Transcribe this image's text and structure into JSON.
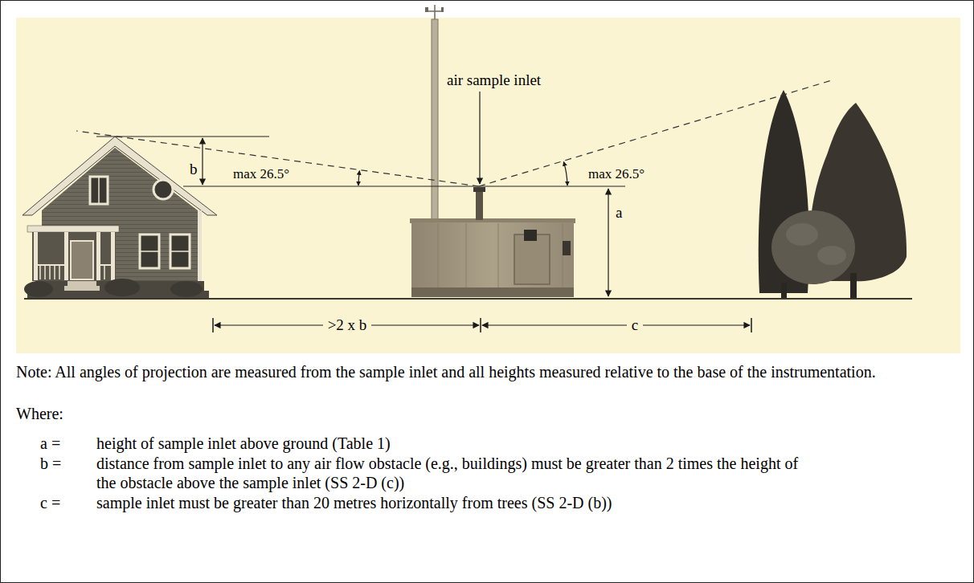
{
  "diagram": {
    "labels": [
      "b",
      "max 26.5°",
      "air sample inlet",
      "max 26.5°",
      "a",
      ">2 x b",
      "c",
      "Note: All angles of projection are measured from the sample inlet and all heights measured relative to the base of the instrumentation.",
      "Where:",
      "a =",
      "height of sample inlet above ground (Table 1)",
      "b =",
      "distance from sample inlet to any air flow obstacle (e.g., buildings) must be greater than 2 times the height of the obstacle above the sample inlet (SS 2-D (c))",
      "c =",
      "sample inlet must be greater than 20 metres horizontally from trees (SS 2-D (b))"
    ]
  }
}
